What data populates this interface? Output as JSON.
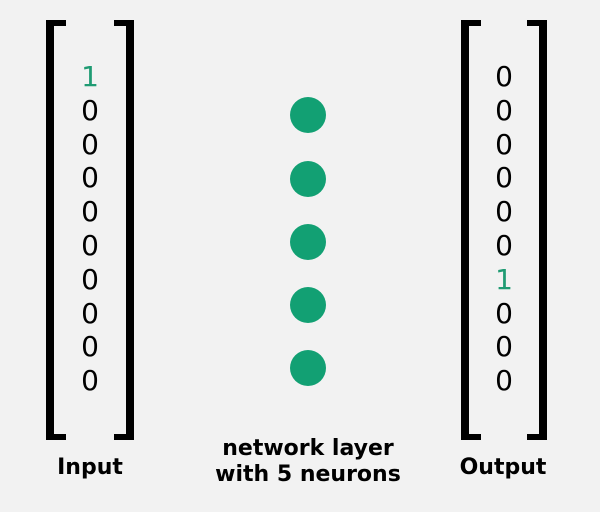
{
  "input": {
    "label": "Input",
    "values": [
      "1",
      "0",
      "0",
      "0",
      "0",
      "0",
      "0",
      "0",
      "0",
      "0"
    ],
    "hot_index": 0
  },
  "output": {
    "label": "Output",
    "values": [
      "0",
      "0",
      "0",
      "0",
      "0",
      "0",
      "1",
      "0",
      "0",
      "0"
    ],
    "hot_index": 6
  },
  "layer": {
    "label_line1": "network layer",
    "label_line2": "with 5 neurons",
    "neuron_count": 5
  },
  "colors": {
    "background": "#f2f2f2",
    "neuron": "#12a073",
    "highlight": "#1f9b73",
    "bracket": "#000000"
  }
}
